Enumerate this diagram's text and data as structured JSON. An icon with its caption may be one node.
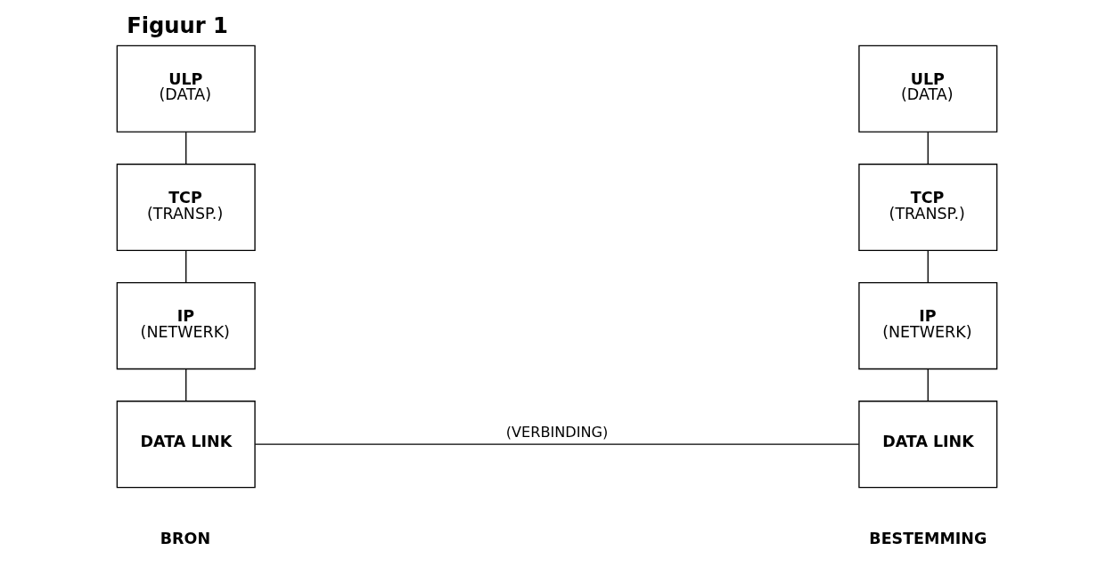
{
  "diagram": {
    "title": "Figuur 1",
    "nodes": [
      {
        "text": [
          "ULP",
          "(DATA)"
        ]
      },
      {
        "text": [
          "TCP",
          "(TRANSP.)"
        ]
      },
      {
        "text": [
          "IP",
          "(NETWERK)"
        ]
      },
      {
        "text": [
          "DATA LINK"
        ]
      },
      {
        "text": [
          "ULP",
          "(DATA)"
        ]
      },
      {
        "text": [
          "TCP",
          "(TRANSP.)"
        ]
      },
      {
        "text": [
          "IP",
          "(NETWERK)"
        ]
      },
      {
        "text": [
          "DATA LINK"
        ]
      }
    ],
    "edges": [
      {
        "from": 0,
        "to": 1,
        "arrow": "none"
      },
      {
        "from": 1,
        "to": 2,
        "arrow": "none"
      },
      {
        "from": 2,
        "to": 3,
        "arrow": "none"
      },
      {
        "from": 4,
        "to": 5,
        "arrow": "none"
      },
      {
        "from": 5,
        "to": 6,
        "arrow": "none"
      },
      {
        "from": 6,
        "to": 7,
        "arrow": "none"
      },
      {
        "from": 3,
        "to": 7,
        "arrow": "none",
        "label": "(VERBINDING)"
      }
    ],
    "labels": [
      "BRON",
      "BESTEMMING"
    ]
  }
}
